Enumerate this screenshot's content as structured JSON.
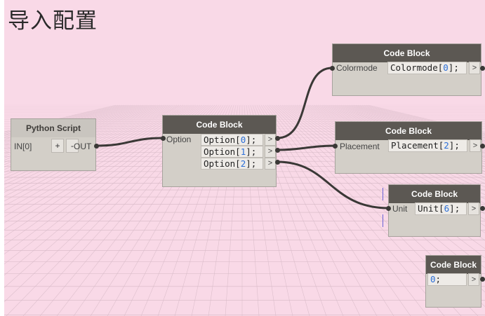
{
  "title": "导入配置",
  "nodes": {
    "python": {
      "header": "Python Script",
      "input": "IN[0]",
      "plus": "+",
      "minus": "-",
      "output": "OUT"
    },
    "cb_main": {
      "header": "Code Block",
      "input": "Option",
      "lines": [
        {
          "pre": "Option[",
          "num": "0",
          "post": "];"
        },
        {
          "pre": "Option[",
          "num": "1",
          "post": "];"
        },
        {
          "pre": "Option[",
          "num": "2",
          "post": "];"
        }
      ],
      "arrow": ">"
    },
    "cb_color": {
      "header": "Code Block",
      "input": "Colormode",
      "pre": "Colormode[",
      "num": "0",
      "post": "];",
      "arrow": ">"
    },
    "cb_place": {
      "header": "Code Block",
      "input": "Placement",
      "pre": "Placement[",
      "num": "2",
      "post": "];",
      "arrow": ">"
    },
    "cb_unit": {
      "header": "Code Block",
      "input": "Unit",
      "pre": "Unit[",
      "num": "6",
      "post": "];",
      "arrow": ">"
    },
    "cb_zero": {
      "header": "Code Block",
      "pre": "",
      "num": "0",
      "post": ";",
      "arrow": ">"
    }
  },
  "colors": {
    "canvas": "#f9d9e7",
    "header": "#5c5853",
    "body": "#d3cfc8",
    "wire": "#3a3836",
    "number": "#2b6fd8"
  }
}
